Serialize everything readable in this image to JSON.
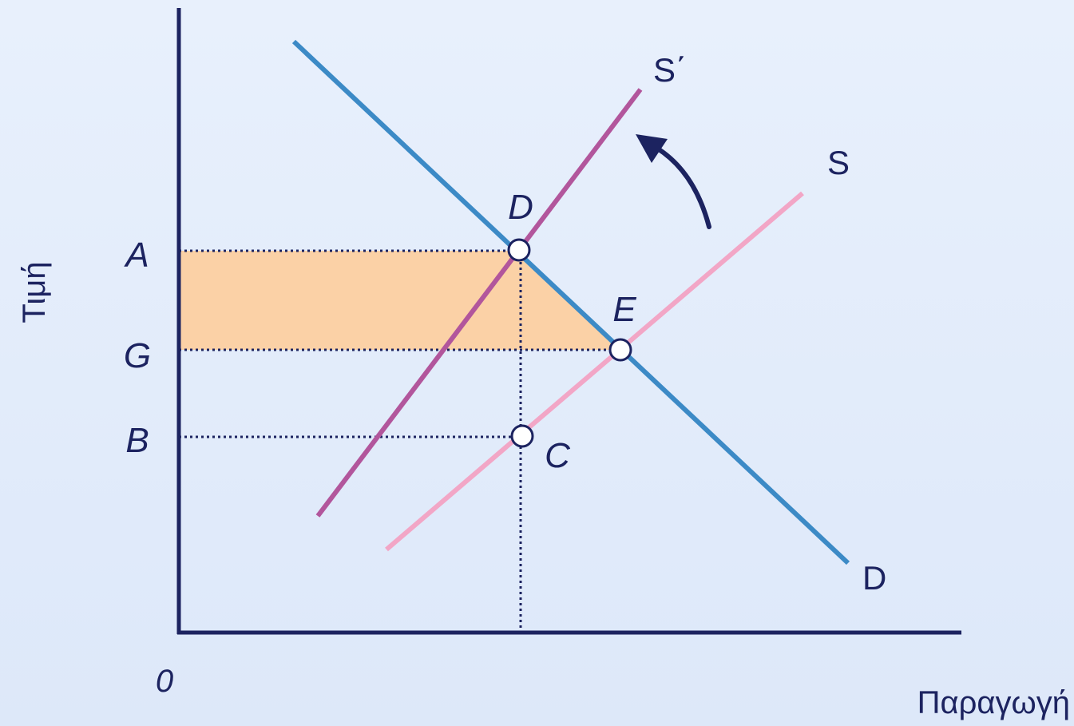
{
  "axes": {
    "origin_label": "0",
    "x_title": "Παραγωγή",
    "y_title": "Τιμή"
  },
  "price_levels": {
    "a": "A",
    "g": "G",
    "b": "B"
  },
  "points": {
    "d": "D",
    "e": "E",
    "c": "C"
  },
  "curves": {
    "demand": "D",
    "supply": "S",
    "supply_shifted": "S΄"
  },
  "colors": {
    "demand": "#3c8ac6",
    "supply": "#f2a6c6",
    "supply_shifted": "#b2569c",
    "axis": "#1c2360",
    "shaded_area": "#fbd1a6",
    "arrow": "#1c2360"
  }
}
